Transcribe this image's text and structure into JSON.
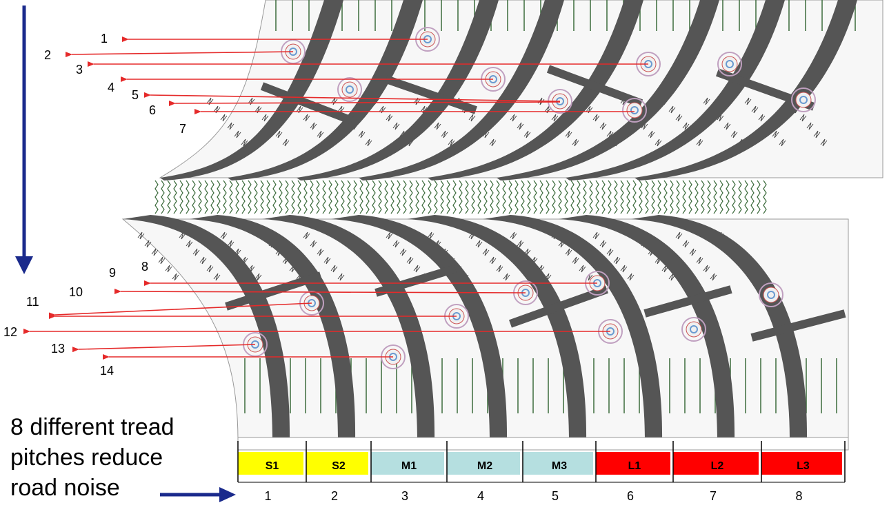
{
  "caption": {
    "lines": [
      "8 different tread",
      "pitches reduce",
      "road noise"
    ]
  },
  "callouts_upper": [
    "1",
    "2",
    "3",
    "4",
    "5",
    "6",
    "7"
  ],
  "callouts_lower": [
    "8",
    "9",
    "10",
    "11",
    "12",
    "13",
    "14"
  ],
  "pitch_segments": [
    {
      "label": "S1",
      "number": "1",
      "color": "#ffff00"
    },
    {
      "label": "S2",
      "number": "2",
      "color": "#ffff00"
    },
    {
      "label": "M1",
      "number": "3",
      "color": "#b5dfe0"
    },
    {
      "label": "M2",
      "number": "4",
      "color": "#b5dfe0"
    },
    {
      "label": "M3",
      "number": "5",
      "color": "#b5dfe0"
    },
    {
      "label": "L1",
      "number": "6",
      "color": "#ff0000"
    },
    {
      "label": "L2",
      "number": "7",
      "color": "#ff0000"
    },
    {
      "label": "L3",
      "number": "8",
      "color": "#ff0000"
    }
  ],
  "colors": {
    "arrow_blue": "#1a2a8c",
    "callout_red": "#e52a2a",
    "tread_rib": "#555555",
    "sipe_green": "#3a6a3a",
    "stud_ring": "#c0a0c0",
    "stud_center": "#6a9ad0"
  }
}
